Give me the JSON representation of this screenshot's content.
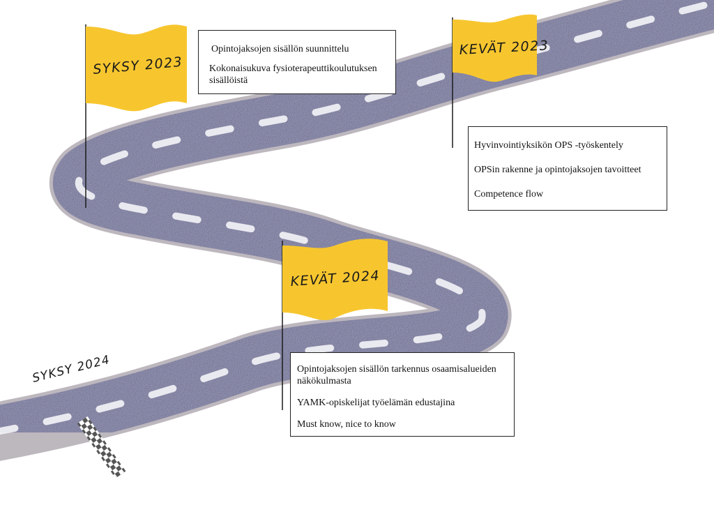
{
  "colors": {
    "road": "#8f8fb0",
    "road_edge": "#a79fa8",
    "dash": "#f4f4f8",
    "flag": "#f7c62f",
    "pole": "#1a1a1a",
    "checker_dark": "#555555",
    "checker_light": "#ffffff"
  },
  "milestones": [
    {
      "flag_label": "SYKSY 2023",
      "items": [
        "Opintojaksojen sisällön suunnittelu",
        "Kokonaisukuva fysioterapeuttikoulutuksen sisällöistä"
      ]
    },
    {
      "flag_label": "KEVÄT 2023",
      "items": [
        "Hyvinvointiyksikön OPS -työskentely",
        "OPSin rakenne ja opintojaksojen tavoitteet",
        "Competence flow"
      ]
    },
    {
      "flag_label": "KEVÄT 2024",
      "items": [
        "Opintojaksojen sisällön tarkennus osaamisalueiden näkökulmasta",
        "YAMK-opiskelijat työelämän edustajina",
        "Must know, nice to know"
      ]
    }
  ],
  "finish": {
    "label": "SYKSY 2024",
    "icon": "checkered-finish-line"
  }
}
